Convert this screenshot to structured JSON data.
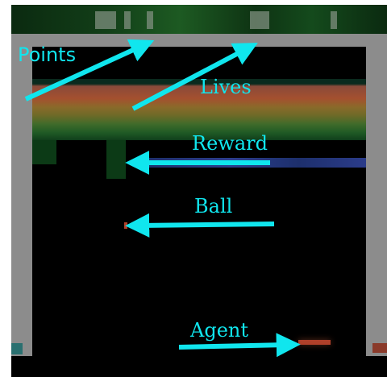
{
  "annotations": {
    "points": "Points",
    "lives": "Lives",
    "reward": "Reward",
    "ball": "Ball",
    "agent": "Agent"
  },
  "colors": {
    "annotation": "#10e6ee",
    "wall": "#8c8c8c",
    "background": "#000000",
    "reward_row": "#2a3f8e",
    "ball_and_paddle": "#b0402a"
  }
}
